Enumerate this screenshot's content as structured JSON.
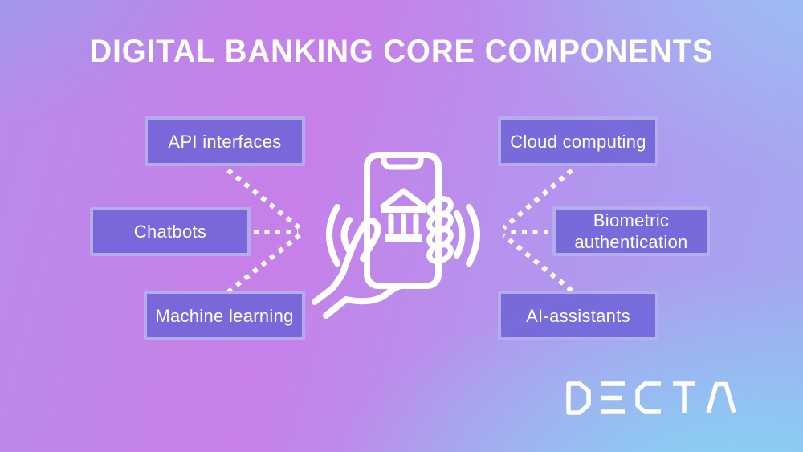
{
  "title": "DIGITAL BANKING CORE COMPONENTS",
  "components": {
    "left": [
      {
        "label": "API interfaces"
      },
      {
        "label": "Chatbots"
      },
      {
        "label": "Machine learning"
      }
    ],
    "right": [
      {
        "label": "Cloud computing"
      },
      {
        "label": "Biometric authentication"
      },
      {
        "label": "AI-assistants"
      }
    ]
  },
  "logo": {
    "text": "DECTA"
  },
  "icons": {
    "center": "hand-holding-smartphone-with-bank-icon",
    "waves": "signal-waves-icon"
  },
  "colors": {
    "background_top_left": "#989cf0",
    "background_center_pink": "#c780e9",
    "background_top_right": "#9cc2f5",
    "background_bottom_right": "#87d9f0",
    "background_bottom_left": "#bb86ec",
    "box_fill": "#8173da",
    "box_border": "rgba(255,255,255,0.45)",
    "text": "#ffffff",
    "connector_dots": "#ffffff"
  }
}
